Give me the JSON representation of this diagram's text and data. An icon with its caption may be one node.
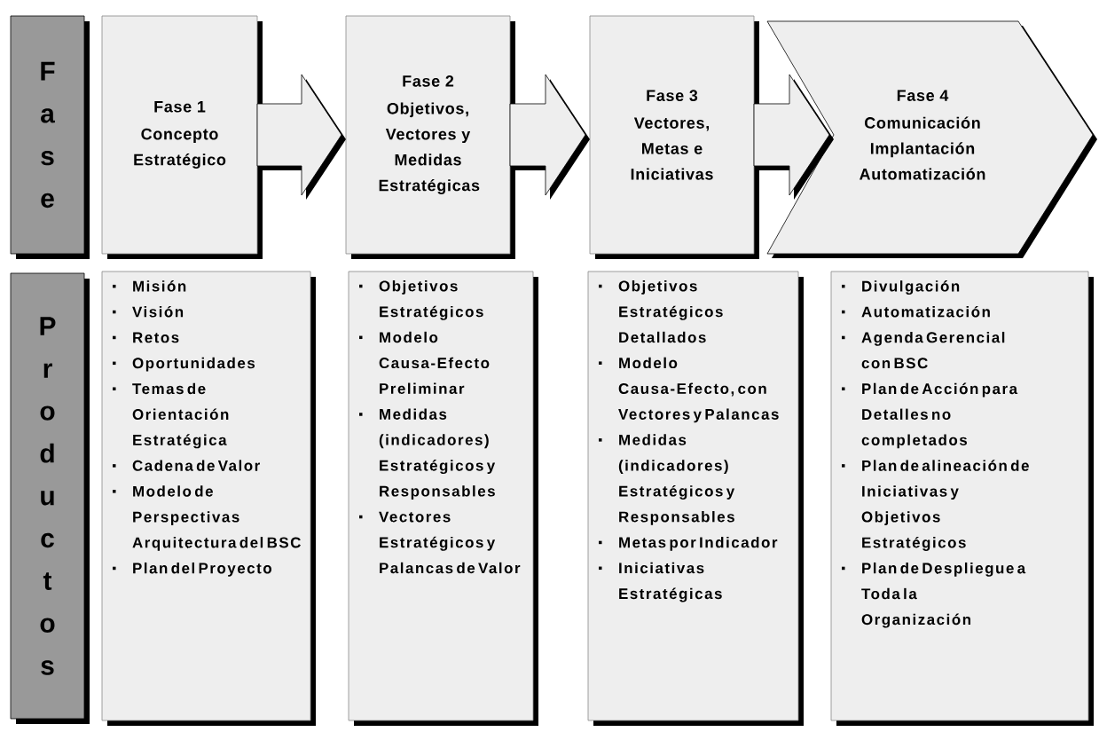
{
  "diagram": {
    "nodes": [
      {
        "text": [
          "Fase"
        ]
      },
      {
        "text": [
          "Fase 1",
          "Concepto Estratégico"
        ]
      },
      {
        "text": [
          "Fase 2",
          "Objetivos, Vectores y Medidas Estratégicas"
        ]
      },
      {
        "text": [
          "Fase 3",
          "Vectores, Metas e Iniciativas"
        ]
      },
      {
        "text": [
          "Fase 4",
          "Comunicación Implantación Automatización"
        ]
      },
      {
        "text": [
          "Productos"
        ]
      },
      {
        "text": [
          "Misión",
          "Visión",
          "Retos",
          "Oportunidades",
          "Temas de Orientación Estratégica",
          "Cadena de Valor",
          "Modelo de Perspectivas Arquitectura del BSC",
          "Plan del Proyecto"
        ]
      },
      {
        "text": [
          "Objetivos Estratégicos",
          "Modelo Causa-Efecto Preliminar",
          "Medidas (indicadores) Estratégicos y Responsables",
          "Vectores Estratégicos y Palancas de Valor"
        ]
      },
      {
        "text": [
          "Objetivos Estratégicos Detallados",
          "Modelo Causa-Efecto, con Vectores y Palancas",
          "Medidas (indicadores) Estratégicos y Responsables",
          "Metas por Indicador",
          "Iniciativas Estratégicas"
        ]
      },
      {
        "text": [
          "Divulgación",
          "Automatización",
          "Agenda Gerencial con BSC",
          "Plan de Acción para Detalles no completados",
          "Plan de alineación de Iniciativas y Objetivos Estratégicos",
          "Plan de Despliegue a Toda la Organización"
        ]
      }
    ],
    "edges": [
      {
        "from": 1,
        "to": 2,
        "arrow": "to"
      },
      {
        "from": 2,
        "to": 3,
        "arrow": "to"
      },
      {
        "from": 3,
        "to": 4,
        "arrow": "to"
      }
    ]
  }
}
